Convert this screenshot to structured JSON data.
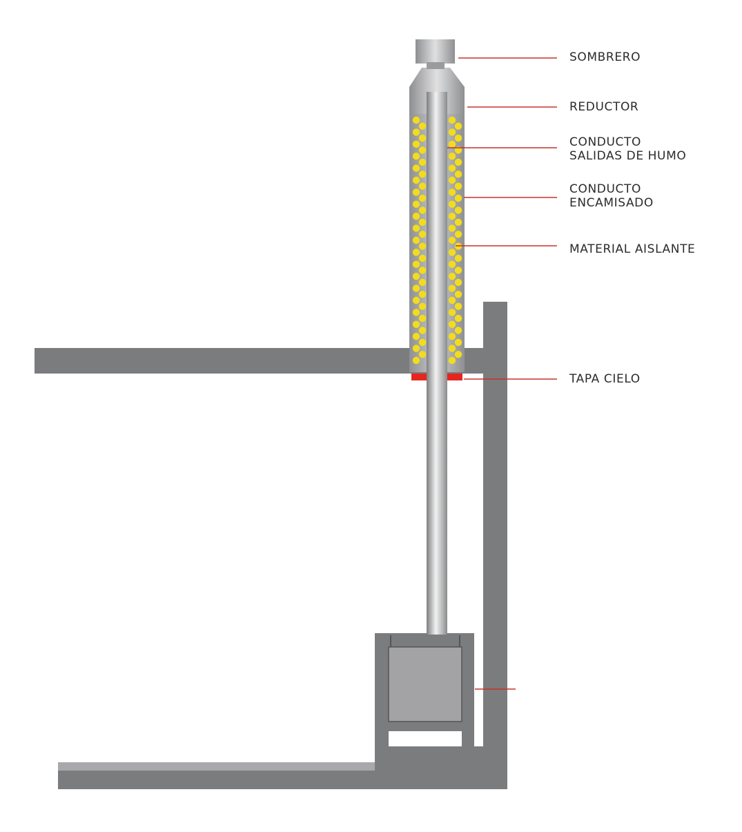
{
  "labels": {
    "sombrero": "SOMBRERO",
    "reductor": "REDUCTOR",
    "conducto_humo_1": "CONDUCTO",
    "conducto_humo_2": "SALIDAS DE HUMO",
    "conducto_encamisado_1": "CONDUCTO",
    "conducto_encamisado_2": "ENCAMISADO",
    "material_aislante": "MATERIAL AISLANTE",
    "tapa_cielo": "TAPA CIELO"
  },
  "colors": {
    "structure": "#7b7c7e",
    "floor_light": "#a9a9ab",
    "insulation": "#f2dc1c",
    "tapa_cielo": "#e5261f",
    "leader_line": "#c8302c",
    "stove_body": "#a3a3a5",
    "text": "#2b2b2b"
  }
}
